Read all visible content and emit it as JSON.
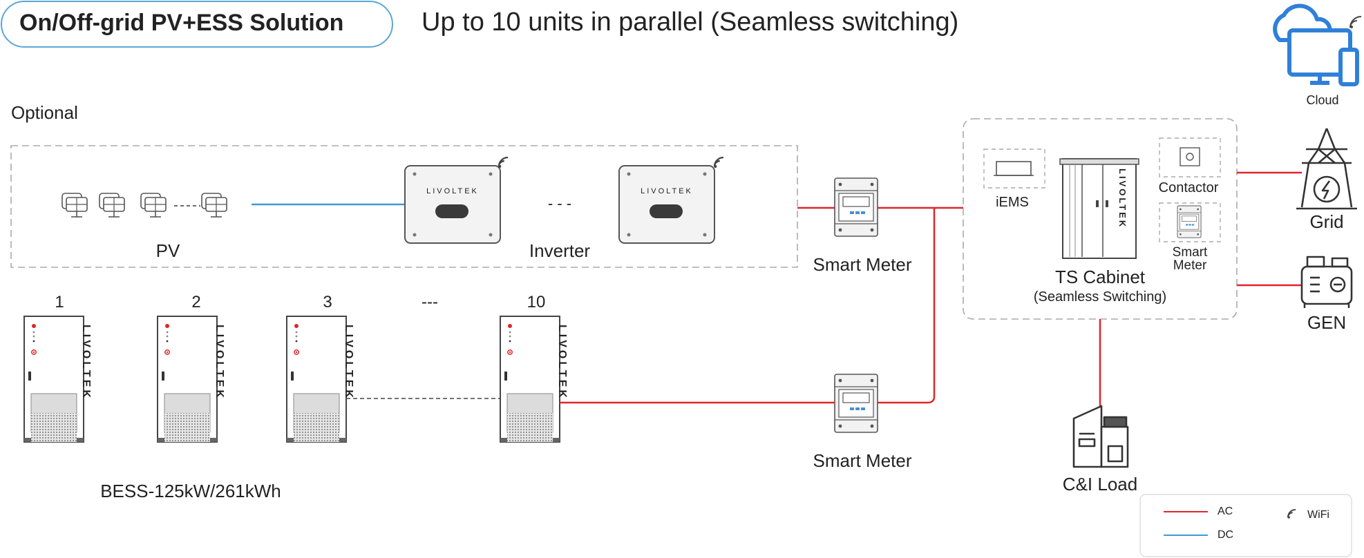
{
  "header": {
    "title": "On/Off-grid PV+ESS Solution",
    "subtitle": "Up to 10 units in parallel (Seamless switching)"
  },
  "cloud": {
    "label": "Cloud",
    "icon": "cloud-computer-icon"
  },
  "optional_label": "Optional",
  "pv": {
    "label": "PV",
    "icon": "solar-panel-icon"
  },
  "inverter": {
    "label": "Inverter",
    "brand": "LIVOLTEK",
    "ellipsis": "- - -"
  },
  "meters": {
    "top_label": "Smart Meter",
    "bottom_label": "Smart Meter"
  },
  "cabinet": {
    "title": "TS Cabinet",
    "subtitle": "(Seamless Switching)",
    "brand": "LIVOLTEK",
    "iems_label": "iEMS",
    "contactor_label": "Contactor",
    "meter_label_line1": "Smart",
    "meter_label_line2": "Meter"
  },
  "grid": {
    "label": "Grid",
    "icon": "power-tower-icon"
  },
  "gen": {
    "label": "GEN",
    "icon": "generator-icon"
  },
  "load": {
    "label": "C&I Load",
    "icon": "building-icon"
  },
  "bess": {
    "numbers": [
      "1",
      "2",
      "3",
      "10"
    ],
    "ellipsis": "---",
    "brand": "LIVOLTEK",
    "label": "BESS-125kW/261kWh"
  },
  "legend": {
    "ac": "AC",
    "dc": "DC",
    "wifi": "WiFi",
    "ac_color": "#e0242a",
    "dc_color": "#3a9bd5"
  },
  "colors": {
    "accent_blue": "#2f80d8",
    "pill_border": "#5aa6d6",
    "ac": "#e0242a",
    "dc": "#3a9bd5"
  }
}
